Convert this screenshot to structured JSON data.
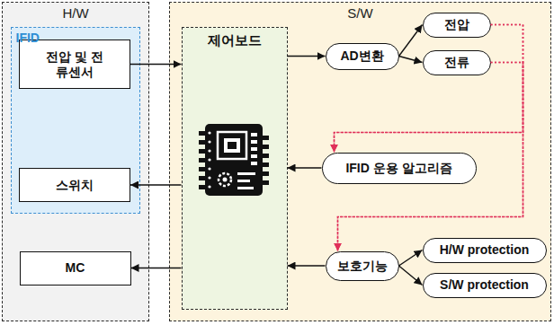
{
  "diagram": {
    "nodes": [
      {
        "text": [
          "H/W"
        ]
      },
      {
        "text": [
          "IFID"
        ],
        "in": 0
      },
      {
        "text": [
          "전압 및 전류센서"
        ],
        "in": 1
      },
      {
        "text": [
          "스위치"
        ],
        "in": 1
      },
      {
        "text": [
          "MC"
        ],
        "in": 0
      },
      {
        "text": [
          "S/W"
        ]
      },
      {
        "text": [
          "제어보드"
        ],
        "in": 5
      },
      {
        "text": [
          "AD변환"
        ],
        "in": 5
      },
      {
        "text": [
          "전압"
        ],
        "in": 5
      },
      {
        "text": [
          "전류"
        ],
        "in": 5
      },
      {
        "text": [
          "IFID 운용 알고리즘"
        ],
        "in": 5
      },
      {
        "text": [
          "보호기능"
        ],
        "in": 5
      },
      {
        "text": [
          "H/W protection"
        ],
        "in": 5
      },
      {
        "text": [
          "S/W protection"
        ],
        "in": 5
      }
    ],
    "edges": [
      {
        "from": 2,
        "to": 6,
        "arrow": "to"
      },
      {
        "from": 6,
        "to": 3,
        "arrow": "to"
      },
      {
        "from": 6,
        "to": 4,
        "arrow": "to"
      },
      {
        "from": 6,
        "to": 7,
        "arrow": "to"
      },
      {
        "from": 7,
        "to": 8,
        "arrow": "to"
      },
      {
        "from": 7,
        "to": 9,
        "arrow": "to"
      },
      {
        "from": 10,
        "to": 6,
        "arrow": "to"
      },
      {
        "from": 11,
        "to": 6,
        "arrow": "to"
      },
      {
        "from": 11,
        "to": 12,
        "arrow": "to"
      },
      {
        "from": 11,
        "to": 13,
        "arrow": "to"
      },
      {
        "from": 8,
        "to": 10,
        "arrow": "to"
      },
      {
        "from": 9,
        "to": 10,
        "arrow": "to"
      },
      {
        "from": 8,
        "to": 11,
        "arrow": "to"
      },
      {
        "from": 9,
        "to": 11,
        "arrow": "to"
      }
    ]
  }
}
